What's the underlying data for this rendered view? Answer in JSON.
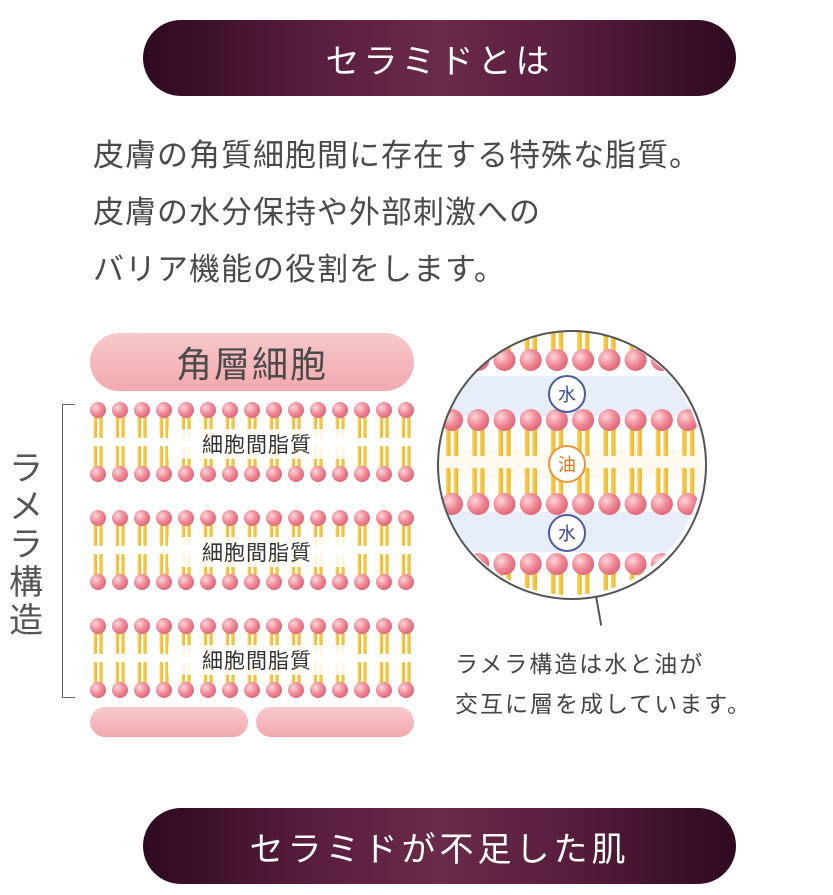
{
  "header_top": {
    "title": "セラミドとは"
  },
  "intro": {
    "lines": [
      "皮膚の角質細胞間に存在する特殊な脂質。",
      "皮膚の水分保持や外部刺激への",
      "バリア機能の役割をします。"
    ]
  },
  "diagram": {
    "cell_label": "角層細胞",
    "lamella_label_chars": [
      "ラ",
      "メ",
      "ラ",
      "構",
      "造"
    ],
    "layer_labels": [
      "細胞間脂質",
      "細胞間脂質",
      "細胞間脂質"
    ],
    "zoom": {
      "badges": [
        "水",
        "油",
        "水"
      ]
    },
    "note_lines": [
      "ラメラ構造は水と油が",
      "交互に層を成しています。"
    ],
    "colors": {
      "head_pink": "#f08a97",
      "tail_yellow": "#f5c43a",
      "water_blue": "#4b5aa0",
      "oil_orange": "#e9953a",
      "pill_dark": "#4a1632"
    }
  },
  "header_bottom": {
    "title": "セラミドが不足した肌"
  }
}
